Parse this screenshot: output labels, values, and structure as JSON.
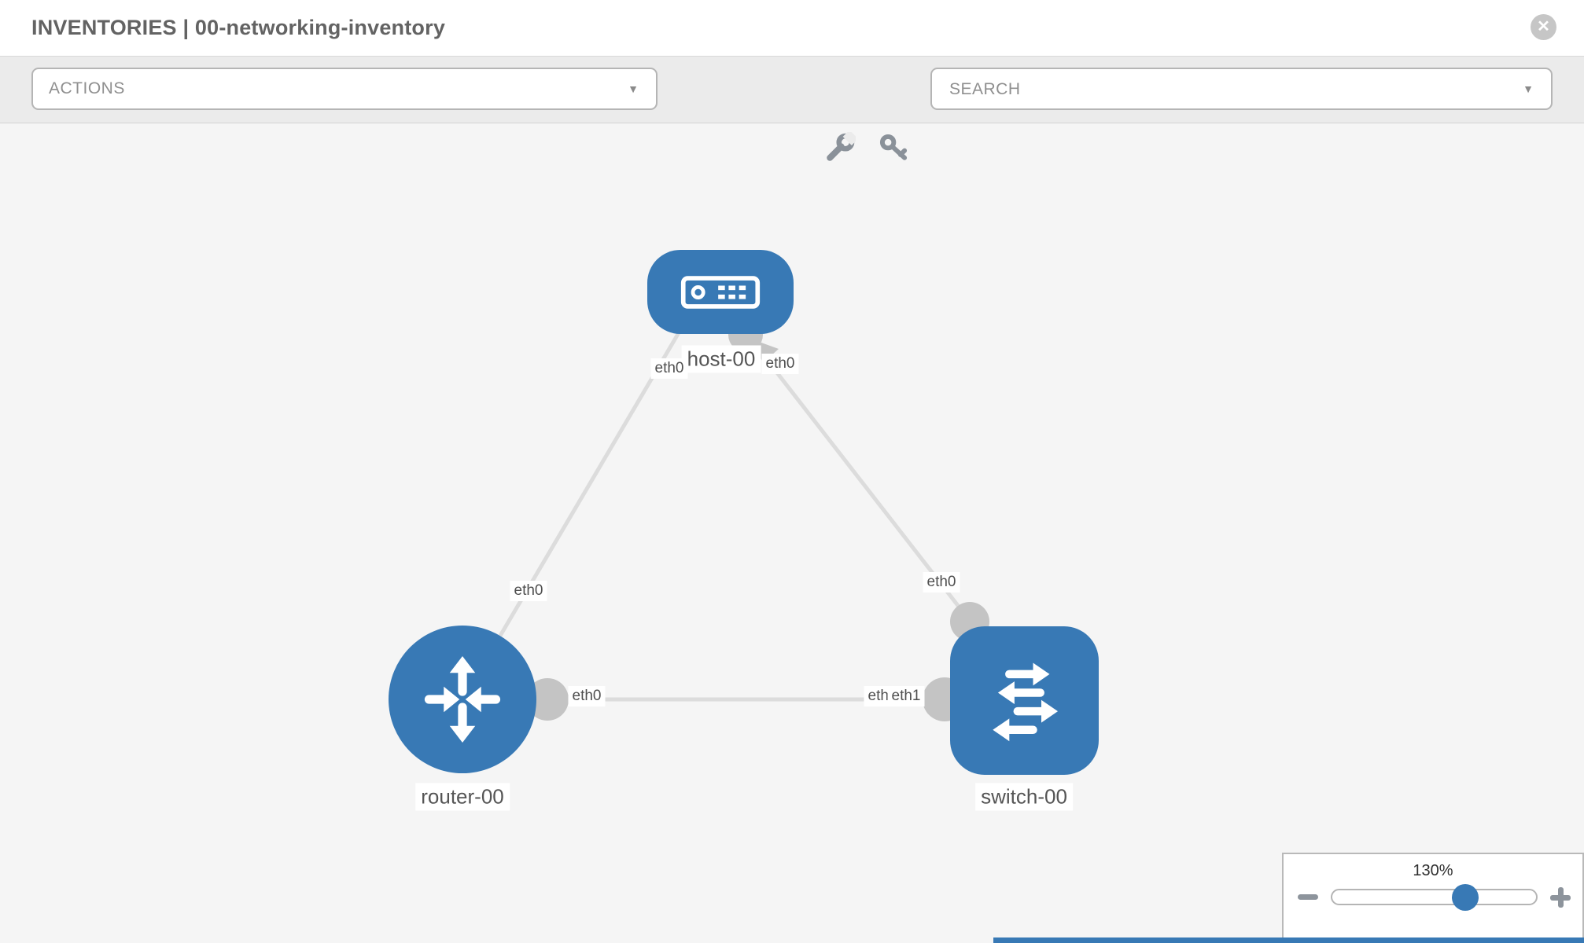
{
  "header": {
    "title": "INVENTORIES | 00-networking-inventory",
    "close_glyph": "✕"
  },
  "toolbar": {
    "actions_dropdown": {
      "label": "ACTIONS",
      "chevron": "▼"
    },
    "search_dropdown": {
      "placeholder": "SEARCH",
      "chevron": "▼"
    },
    "tool_icons": [
      "wrench-icon",
      "key-icon"
    ]
  },
  "diagram": {
    "nodes": [
      {
        "id": "host-00",
        "type": "host",
        "label": "host-00"
      },
      {
        "id": "router-00",
        "type": "router",
        "label": "router-00"
      },
      {
        "id": "switch-00",
        "type": "switch",
        "label": "switch-00"
      }
    ],
    "links": [
      {
        "from": "host-00",
        "to": "router-00",
        "from_interface": "eth0",
        "to_interface": "eth0"
      },
      {
        "from": "host-00",
        "to": "switch-00",
        "from_interface": "eth0",
        "to_interface": "eth0"
      },
      {
        "from": "router-00",
        "to": "switch-00",
        "from_interface": "eth0",
        "to_interface_a": "eth0",
        "to_interface_b": "eth1"
      }
    ]
  },
  "zoom_panel": {
    "level": "130%",
    "minus_icon": "minus-icon",
    "plus_icon": "plus-icon"
  },
  "colors": {
    "node_blue": "#3879b5",
    "edge_gray": "#dcdcdc",
    "connector_gray": "#c4c4c4",
    "toolbar_bg": "#ebebeb",
    "canvas_bg": "#f5f5f5"
  }
}
